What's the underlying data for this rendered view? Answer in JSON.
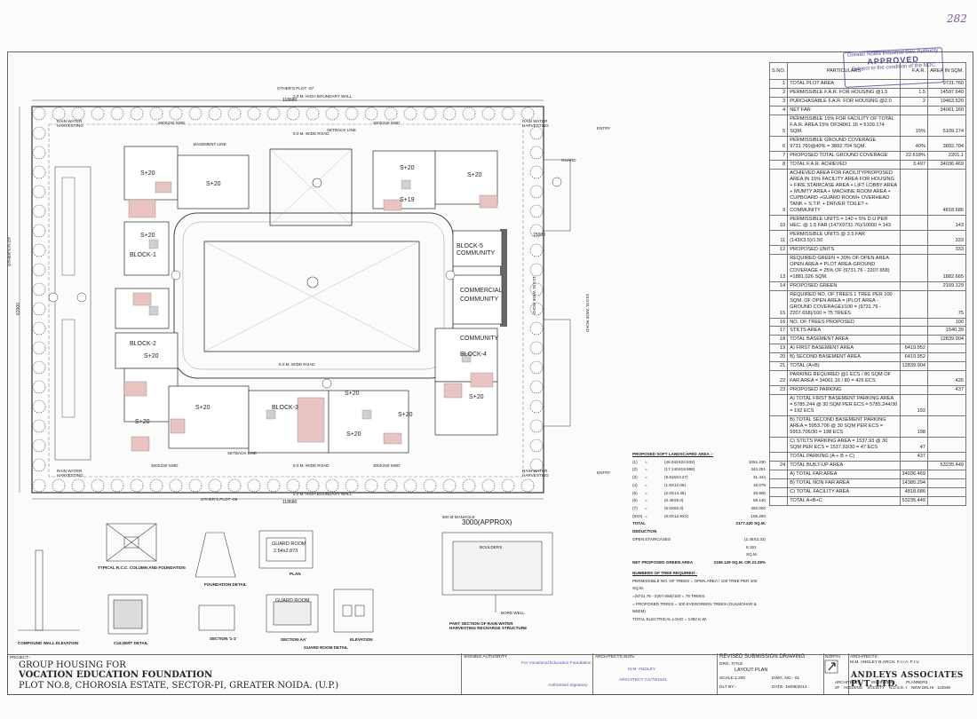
{
  "page_number": "282",
  "stamp": {
    "line1": "Greater Noida Industrial Dev. Authority",
    "status": "APPROVED",
    "line3": "Subject to the condition of the NOC"
  },
  "site_plan": {
    "top_boundary": "2.0 M. HIGH BOUNDARY WALL",
    "bottom_boundary": "2.0 M. HIGH BOUNDARY WALL",
    "others_plot_top": "OTHER'S PLOT -07",
    "others_plot_bottom": "OTHER'S PLOT -09",
    "others_plot_left": "OTHER'S PLOT",
    "dim_top": "118680",
    "dim_bottom": "118680",
    "dim_left": "62000",
    "dim_right": "15000",
    "road_top": "9.0 M. WIDE ROAD",
    "road_bottom": "9.0 M. WIDE ROAD",
    "road_inner": "6.0 M. WIDE ROAD",
    "swd_top_left": "300X230 SWD",
    "swd_top_right": "300X230 SWD",
    "swd_bottom_left": "300X230 SWD",
    "swd_bottom_right": "300X230 SWD",
    "rwh_tl": "RAIN WATER HARVESTING",
    "rwh_tr": "RAIN WATER HARVESTING",
    "rwh_bl": "RAIN WATER HARVESTING",
    "rwh_br": "RAIN WATER HARVESTING",
    "entry_top": "ENTRY",
    "entry_bottom": "ENTRY",
    "guard": "GUARD",
    "setback_top": "SETBACK LINE",
    "setback_bottom": "SETBACK LINE",
    "basement_line": "BASEMENT LINE",
    "block1": "BLOCK-1",
    "block2": "BLOCK-2",
    "block3": "BLOCK-3",
    "block4": "BLOCK-4",
    "block5": "BLOCK-5",
    "community": "COMMUNITY",
    "commercial": "COMMERCIAL",
    "s20": "S+20",
    "s19": "S+19",
    "right_road": "24.0 M. WIDE ROAD",
    "right_road2": "12.0 M. WIDE ROAD"
  },
  "area_table": {
    "headers": [
      "S.NO.",
      "PARTICULARS",
      "F.A.R.",
      "AREA IN SQM."
    ],
    "rows": [
      {
        "sn": "1",
        "particulars": "TOTAL PLOT AREA",
        "far": "",
        "area": "9731.760"
      },
      {
        "sn": "2",
        "particulars": "PERMISSIBLE F.A.R. FOR HOUSING @1.5",
        "far": "1.5",
        "area": "14597.640"
      },
      {
        "sn": "3",
        "particulars": "PURCHASABLE F.A.R. FOR HOUSING @2.0",
        "far": "2",
        "area": "19463.520"
      },
      {
        "sn": "4",
        "particulars": "NET FAR",
        "far": "",
        "area": "34061.160"
      },
      {
        "sn": "5",
        "particulars": "PERMISSIBLE 15% FOR FACILITY OF TOTAL F.A.R. AREA 15% OF34061.16 = 5109.174 SQM.",
        "far": "15%",
        "area": "5109.174"
      },
      {
        "sn": "6",
        "particulars": "PERMISSIBLE GROUND COVERAGE 9731.760@40% = 3892.704 SQM.",
        "far": "40%",
        "area": "3892.704"
      },
      {
        "sn": "7",
        "particulars": "PROPOSED TOTAL GROUND COVERAGE",
        "far": "22.618%",
        "area": "2201.1"
      },
      {
        "sn": "8",
        "particulars": "TOTAL F.A.R. ACHIEVED",
        "far": "3.497",
        "area": "34036.469"
      },
      {
        "sn": "9",
        "particulars": "ACHIEVED AREA FOR FACILITYPROPOSED AREA IN 15% FACILITY AREA FOR HOUSING + FIRE STAIRCASE AREA + LIFT LOBBY AREA + MUMTY AREA + MACHINE ROOM AREA + CUPBOARD +GUARD ROOM+ OVERHEAD TANK + S.T.P. + DRIVER TOILET + COMMUNITY",
        "far": "",
        "area": "4818.686"
      },
      {
        "sn": "10",
        "particulars": "PERMISSIBLE UNITS = 140 + 5% D.U PER HEC. @ 1.5 FAR (147X9731.76)/10000 = 143",
        "far": "",
        "area": "143"
      },
      {
        "sn": "11",
        "particulars": "PERMISSIBLE UNITS @ 3.5 FAR (143X3.5)/1.50",
        "far": "",
        "area": "333"
      },
      {
        "sn": "12",
        "particulars": "PROPOSED UNITS",
        "far": "",
        "area": "333"
      },
      {
        "sn": "13",
        "particulars": "REQUIRED GREEN = 30% OF OPEN AREA OPEN AREA = PLOT AREA-GROUND COVERAGE = 25% OF (9731.76 - 2207.658) =1881.026 SQM.",
        "far": "",
        "area": "1882.665"
      },
      {
        "sn": "14",
        "particulars": "PROPOSED GREEN",
        "far": "",
        "area": "2169.129"
      },
      {
        "sn": "15",
        "particulars": "REQUIRED NO. OF TREES 1 TREE PER 100 SQM. OF OPEN AREA = (PLOT AREA - GROUND COVERAGE)/100 = (9731.76 - 2207.658)/100 = 75 TREES",
        "far": "",
        "area": "75"
      },
      {
        "sn": "16",
        "particulars": "NO. OF TREES PROPOSED",
        "far": "",
        "area": "100"
      },
      {
        "sn": "17",
        "particulars": "STILTS AREA",
        "far": "",
        "area": "1540.39"
      },
      {
        "sn": "18",
        "particulars": "TOTAL BASEMENT AREA",
        "far": "",
        "area": "12839.904"
      },
      {
        "sn": "19",
        "particulars": "A) FIRST BASEMENT AREA",
        "far": "6419.952",
        "area": ""
      },
      {
        "sn": "20",
        "particulars": "B) SECOND BASEMENT AREA",
        "far": "6419.952",
        "area": ""
      },
      {
        "sn": "21",
        "particulars": "TOTAL (A+B)",
        "far": "12839.904",
        "area": ""
      },
      {
        "sn": "22",
        "particulars": "PARKING REQUIRED @1 ECS / 80 SQM OF FAR AREA = 34061.16 / 80 = 426 ECS",
        "far": "",
        "area": "426"
      },
      {
        "sn": "23",
        "particulars": "PROPOSED PARKING",
        "far": "",
        "area": "437"
      },
      {
        "sn": "",
        "particulars": "A) TOTAL FIRST BASEMENT PARKING AREA = 5785.244 @ 30 SQM PER ECS = 5785.244/30 = 192 ECS",
        "far": "192",
        "area": ""
      },
      {
        "sn": "",
        "particulars": "B) TOTAL SECOND BASEMENT PARKING AREA = 5953.706 @ 30 SQM PER ECS = 5953.706/30 = 198 ECS",
        "far": "198",
        "area": ""
      },
      {
        "sn": "",
        "particulars": "C) STILTS PARKING AREA = 1537.93 @ 30 SQM PER ECS = 1537.93/30 = 47 ECS",
        "far": "47",
        "area": ""
      },
      {
        "sn": "",
        "particulars": "TOTAL PARKING (A + B + C)",
        "far": "437",
        "area": ""
      },
      {
        "sn": "24",
        "particulars": "TOTAL BUILT-UP AREA",
        "far": "",
        "area": "53235.449"
      },
      {
        "sn": "",
        "particulars": "A) TOTAL FAR AREA",
        "far": "34036.469",
        "area": ""
      },
      {
        "sn": "",
        "particulars": "B) TOTAL NON FAR AREA",
        "far": "14380.294",
        "area": ""
      },
      {
        "sn": "",
        "particulars": "C) TOTAL FACILITY AREA",
        "far": "4818.686",
        "area": ""
      },
      {
        "sn": "",
        "particulars": "TOTAL A+B+C",
        "far": "53235.449",
        "area": ""
      }
    ]
  },
  "soft_landscape": {
    "heading": "PROPOSED SOFT LANDSCAPED AREA :-",
    "rows": [
      [
        "(1)",
        "=",
        "(46.042X22.832)",
        "1051.230"
      ],
      [
        "(2)",
        "=",
        "(17.140X19.968)",
        "342.251"
      ],
      [
        "(3)",
        "=",
        "(9.616X3.27)",
        "31.444"
      ],
      [
        "(4)",
        "=",
        "(1.5X12.06)",
        "18.075"
      ],
      [
        "(5)",
        "=",
        "(2.0X14.45)",
        "28.900"
      ],
      [
        "(6)",
        "=",
        "(6.46X9.0)",
        "58.140"
      ],
      [
        "(7)",
        "=",
        "(6.0X82.0)",
        "492.000"
      ],
      [
        "(8X2)",
        "=",
        "(6.0X12.9X2)",
        "155.280"
      ]
    ],
    "total_label": "TOTAL",
    "total_value": "2177.320 SQ.M.",
    "deduction": "DEDUCTION",
    "open_staircases": "OPEN STAIRCASES",
    "open_staircases_value": "(2.46X3.33)",
    "minus_value": "8.191 SQ.M.",
    "net_label": "NET PROPOSED GREEN AREA",
    "net_value": "2169.129 SQ.M. OR 22.28%",
    "trees_heading": "NUMBERS OF TREE REQUIRED:-",
    "trees_1": "PERMISSIBLE NO. OF TREES = OPEN AREA / 100 TREE PER 100 SQ.M.",
    "trees_2": "=(9731.76 - 2207.658)/100 = 75 TREES",
    "trees_3": "= PROPOSED TREES = 100 EVERGREEN TREES (GULMOHAR & NEEM)",
    "electrical": "TOTAL ELECTRICAL LOAD = 1392 K.W."
  },
  "details": {
    "compound_wall": "COMPOUND WALL ELEVATION",
    "culvert": "CULVERT DETAIL",
    "rcc_column": "TYPICAL R.C.C. COLUMN AND FOUNDATION",
    "foundation": "FOUNDATION DETAIL",
    "section_11": "SECTION '1-1'",
    "guard_room": "GUARD ROOM",
    "guard_room_size": "2.54x2.873",
    "plan": "PLAN",
    "section_aa": "SECTION AA'",
    "elevation": "ELEVATION",
    "guard_room_detail": "GUARD ROOM DETAIL",
    "rwh_caption": "PART SECTION OF RAIN WATER HARVESTING RECHARGE STRUCTURE",
    "approx": "3000(APPROX)",
    "boulders": "BOULDERS",
    "bore_well": "BORE WELL",
    "manhole": "500 Ø MANHOLE"
  },
  "title_block": {
    "project_label": "PROJECT:-",
    "project_line1": "GROUP HOUSING FOR",
    "project_line2": "VOCATION EDUCATION FOUNDATION",
    "project_line3": "PLOT NO.8, CHOROSIA ESTATE, SECTOR-PI, GREATER NOIDA. (U.P.)",
    "signing_authority": "SIGNING AUTHORITY",
    "for_foundation": "For Vocational Education Foundation",
    "authorised": "Authorised Signatory",
    "architects_sign": "ARCHITECTS SIGN.",
    "architect_name": "M.M. ANDLEY",
    "architect_no": "ARCHITECT CA/75/1841",
    "revised": "REVISED SUBMISSION DRAWING",
    "drg_title_label": "DRG. TITLE",
    "drg_title": "LAYOUT PLAN",
    "scale": "SCALE:1:200",
    "dwg_no": "DWG. NO.- 01",
    "dlt": "DLT BY:-",
    "date": "DATE- 16/08/2014",
    "north": "NORTH",
    "architects_label": "ARCHITECTS:",
    "architects_names": "M.M. ANDLEY  B.ARCH. F.I.I.A.  F.I.V.",
    "firm": "ANDLEYS ASSOCIATES PVT. LTD.",
    "firm_sub": "ARCHITECTS          ENGINEERS          PLANNERS",
    "firm_addr": "2F    HOUSING    SOCIETY    N.D.S.E.-I    NEW DELHI - 110049"
  },
  "colors": {
    "ink": "#333333",
    "pink": "#e9c2c2",
    "grey_block": "#cfcfcf",
    "stamp": "#3b2f8c"
  }
}
